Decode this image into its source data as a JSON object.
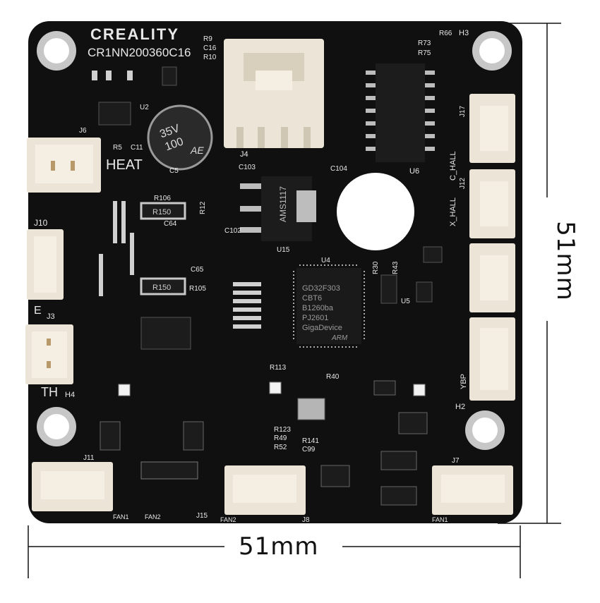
{
  "product": {
    "brand": "CREALITY",
    "part_number": "CR1NN200360C16"
  },
  "dimensions": {
    "width": "51mm",
    "height": "51mm"
  },
  "silkscreen": {
    "heat": "HEAT",
    "th": "TH",
    "e": "E",
    "x_hall": "X_HALL",
    "c_hall": "C_HALL",
    "ybp": "YBP",
    "fan1_left": "FAN1",
    "fan2_left": "FAN2",
    "fan2_mid": "FAN2",
    "fan1_right": "FAN1",
    "j4": "J4",
    "j6": "J6",
    "j10": "J10",
    "j3": "J3",
    "h4": "H4",
    "h3": "H3",
    "h2": "H2",
    "j11": "J11",
    "j15": "J15",
    "j8": "J8",
    "j7": "J7",
    "j17": "J17",
    "j12": "J12",
    "u15": "U15",
    "u6": "U6",
    "u4": "U4",
    "u2": "U2",
    "u5": "U5",
    "c103": "C103",
    "c104": "C104",
    "c102": "C102",
    "c64": "C64",
    "c65": "C65",
    "r106": "R106",
    "r105": "R105",
    "r12": "R12",
    "r30": "R30",
    "r43": "R43",
    "r113": "R113",
    "r40": "R40",
    "r123": "R123",
    "r49": "R49",
    "r52": "R52",
    "r141": "R141",
    "c99": "C99",
    "r73": "R73",
    "r75": "R75",
    "r66": "R66",
    "r9": "R9",
    "c16": "C16",
    "r10": "R10",
    "c11": "C11",
    "r5": "R5",
    "c5": "C5",
    "r150a": "R150",
    "r150b": "R150"
  },
  "ic_markings": {
    "regulator": "AMS1117",
    "mcu_line1": "GD32F303",
    "mcu_line2": "CBT6",
    "mcu_line3": "B1260ba",
    "mcu_line4": "PJ2601",
    "mcu_line5": "GigaDevice",
    "mcu_line6": "ARM",
    "capacitor_voltage": "35V",
    "capacitor_value": "100",
    "capacitor_code": "AE"
  },
  "colors": {
    "board": "#101010",
    "silk": "#e8e8e8",
    "connector": "#ece4d6",
    "ic": "#1c1c1c",
    "dimension": "#111111"
  }
}
